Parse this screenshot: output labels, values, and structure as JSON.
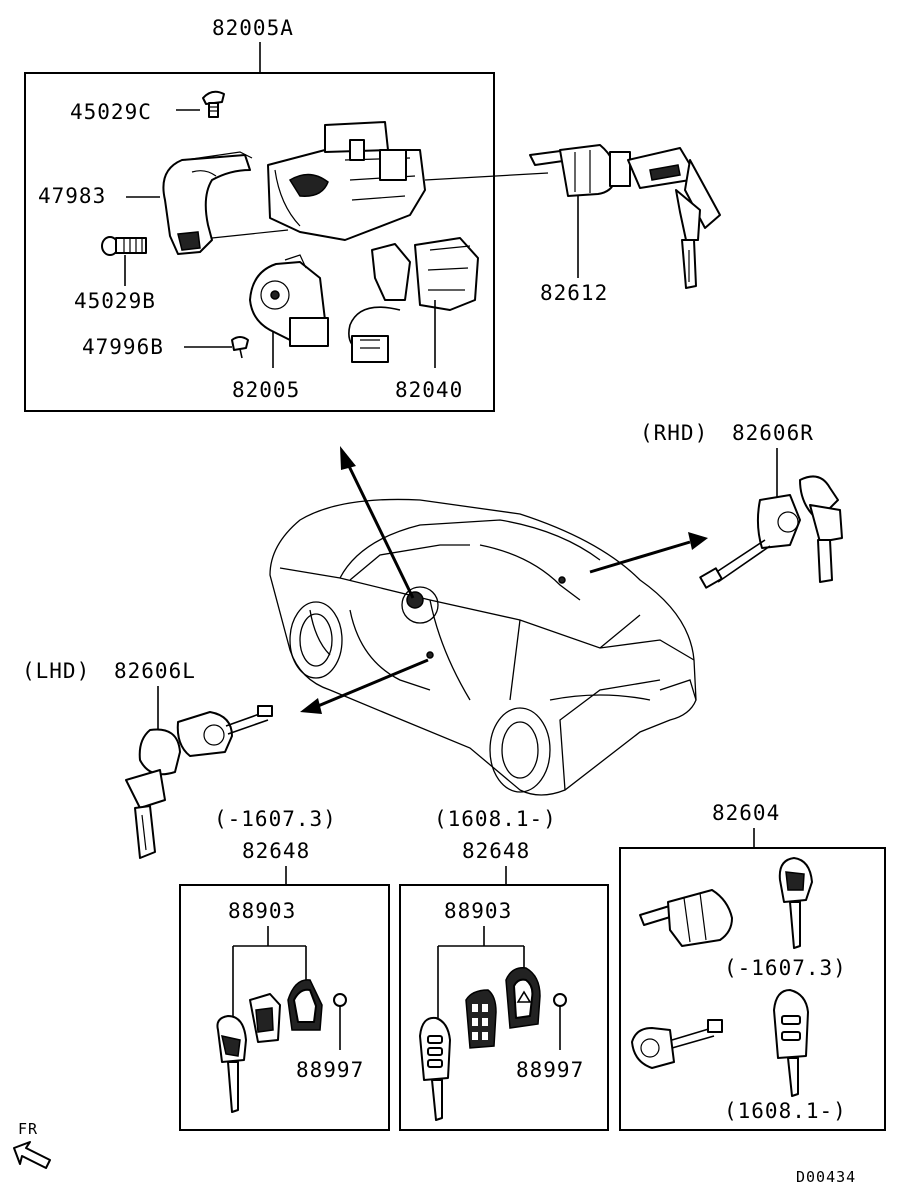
{
  "callouts": {
    "ignition_assembly": "82005A",
    "screw_top": "45029C",
    "column_cover": "47983",
    "bolt": "45029B",
    "screw_small": "47996B",
    "ignition_switch": "82005",
    "immobilizer": "82040",
    "steering_lock": "82612",
    "door_lock_rhd_variant": "(RHD)",
    "door_lock_rhd": "82606R",
    "door_lock_lhd_variant": "(LHD)",
    "door_lock_lhd": "82606L",
    "key_set": "82604",
    "key_set_variant_1": "(-1607.3)",
    "key_set_variant_2": "(1608.1-)",
    "remote_box1_period": "(-1607.3)",
    "remote_box1_part": "82648",
    "remote_box1_kit": "88903",
    "remote_box1_screw": "88997",
    "remote_box2_period": "(1608.1-)",
    "remote_box2_part": "82648",
    "remote_box2_kit": "88903",
    "remote_box2_screw": "88997"
  },
  "orientation": {
    "label": "FR"
  },
  "diagram_code": "D00434"
}
